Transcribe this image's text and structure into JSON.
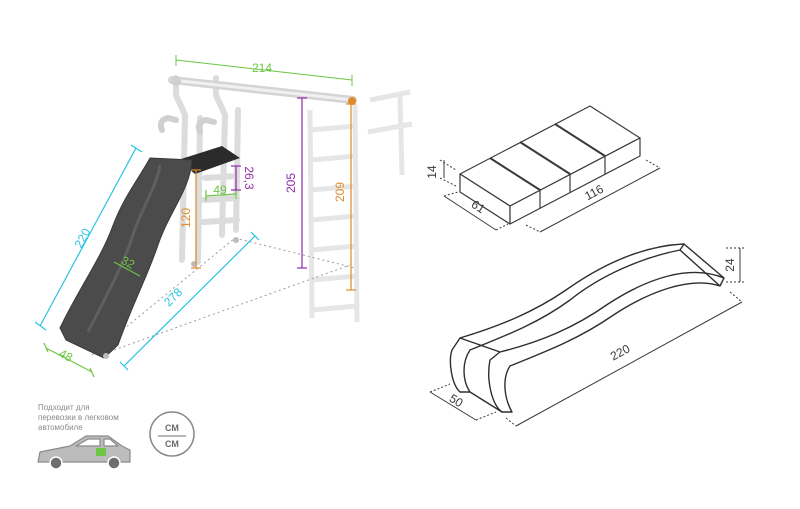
{
  "colors": {
    "green": "#6cc644",
    "cyan": "#29c3e0",
    "purple": "#8e2aa8",
    "orange": "#e08a2c",
    "slide": "#4a4a4a",
    "frame": "#e2e2e2",
    "line": "#3a3a3a"
  },
  "product": {
    "dims": {
      "top_bar": "214",
      "slide_length": "220",
      "slide_width": "48",
      "base_length": "278",
      "platform_height": "120",
      "inner_height": "205",
      "total_height": "209",
      "platform_depth": "49",
      "step": "26,3",
      "slide_inner_width": "32"
    }
  },
  "package": {
    "dims": {
      "height": "14",
      "depth": "61",
      "length": "116"
    }
  },
  "slide_part": {
    "dims": {
      "height": "24",
      "width": "50",
      "length": "220"
    }
  },
  "transport_note": {
    "lines": [
      "Подходит для",
      "перевозки в легковом",
      "автомобиле"
    ]
  },
  "units_badge": {
    "top": "СМ",
    "bottom": "СМ"
  }
}
